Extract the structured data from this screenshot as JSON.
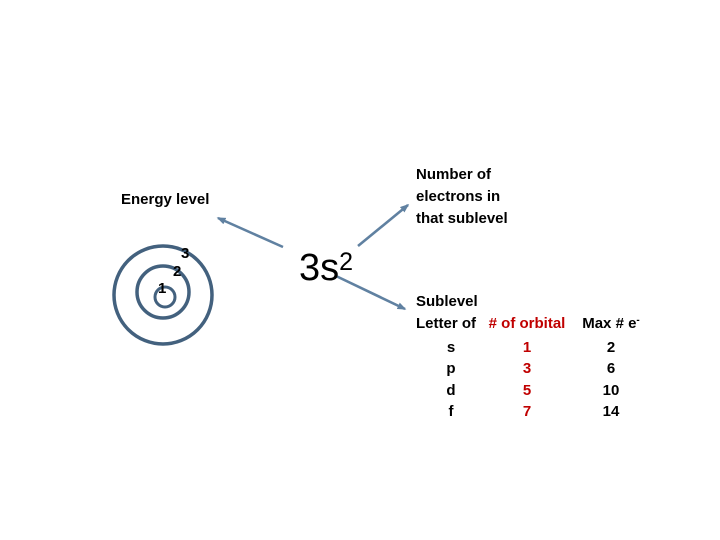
{
  "colors": {
    "background": "#ffffff",
    "circle_blue": "#43617e",
    "arrow_blue": "#6081a1",
    "red": "#c00000",
    "text": "#000000"
  },
  "annotations": {
    "energy_level_label": "Energy level",
    "electrons_label_lines": [
      "Number of",
      "electrons in",
      "that sublevel"
    ]
  },
  "notation": {
    "base": "3s",
    "superscript": "2"
  },
  "bohr_model": {
    "ring_labels": [
      "1",
      "2",
      "3"
    ]
  },
  "sublevel_table": {
    "title": "Sublevel",
    "headers": {
      "col1": "Letter of",
      "col2": "# of orbital",
      "col3": "Max # e",
      "col3_sup": "-"
    },
    "rows": [
      {
        "letter": "s",
        "orbitals": "1",
        "max_electrons": "2"
      },
      {
        "letter": "p",
        "orbitals": "3",
        "max_electrons": "6"
      },
      {
        "letter": "d",
        "orbitals": "5",
        "max_electrons": "10"
      },
      {
        "letter": "f",
        "orbitals": "7",
        "max_electrons": "14"
      }
    ]
  }
}
